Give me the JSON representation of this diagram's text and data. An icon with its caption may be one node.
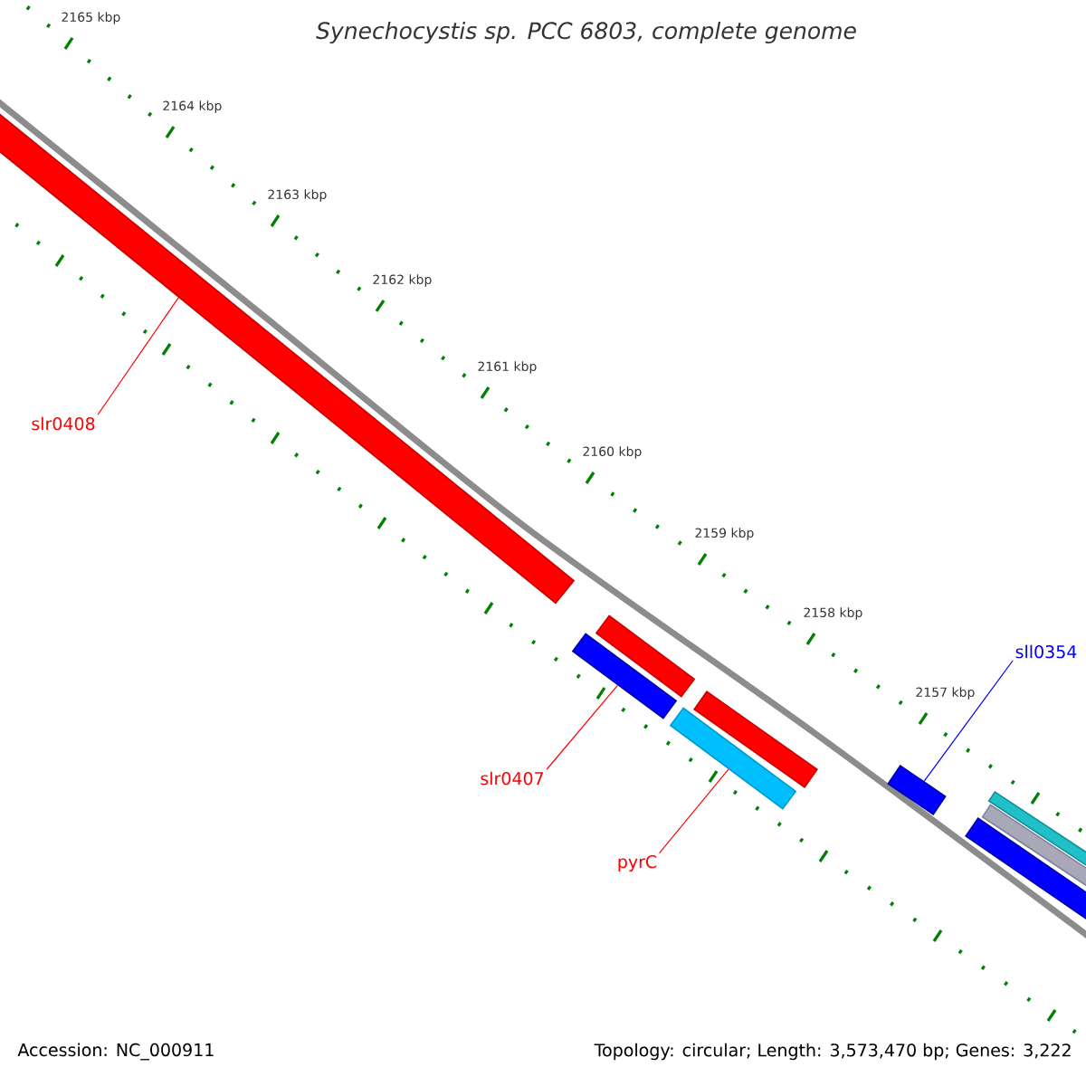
{
  "diagram": {
    "title": "Synechocystis sp. PCC 6803, complete genome",
    "nodes": [
      {
        "text": [
          "slr0408"
        ]
      },
      {
        "text": [
          "slr0407"
        ]
      },
      {
        "text": [
          "pyrC"
        ]
      },
      {
        "text": [
          "sll0354"
        ]
      },
      {
        "text": [],
        "shape": "bar"
      },
      {
        "text": [],
        "shape": "bar"
      },
      {
        "text": [],
        "shape": "bar"
      },
      {
        "text": [],
        "shape": "bar"
      },
      {
        "text": [],
        "shape": "bar"
      },
      {
        "text": [],
        "shape": "bar"
      },
      {
        "text": [],
        "shape": "bar"
      },
      {
        "text": [],
        "shape": "bar"
      },
      {
        "text": [],
        "shape": "bar"
      }
    ],
    "edges": [
      {
        "from": 0,
        "to": 4,
        "arrow": "none"
      },
      {
        "from": 1,
        "to": 6,
        "arrow": "none"
      },
      {
        "from": 2,
        "to": 8,
        "arrow": "none"
      },
      {
        "from": 3,
        "to": 9,
        "arrow": "none",
        "color": "#0000ff"
      }
    ],
    "labels": [
      "2165 kbp",
      "2164 kbp",
      "2163 kbp",
      "2162 kbp",
      "2161 kbp",
      "2160 kbp",
      "2159 kbp",
      "2158 kbp",
      "2157 kbp",
      "Accession: NC_000911",
      "Topology: circular; Length: 3,573,470 bp; Genes: 3,222"
    ]
  }
}
